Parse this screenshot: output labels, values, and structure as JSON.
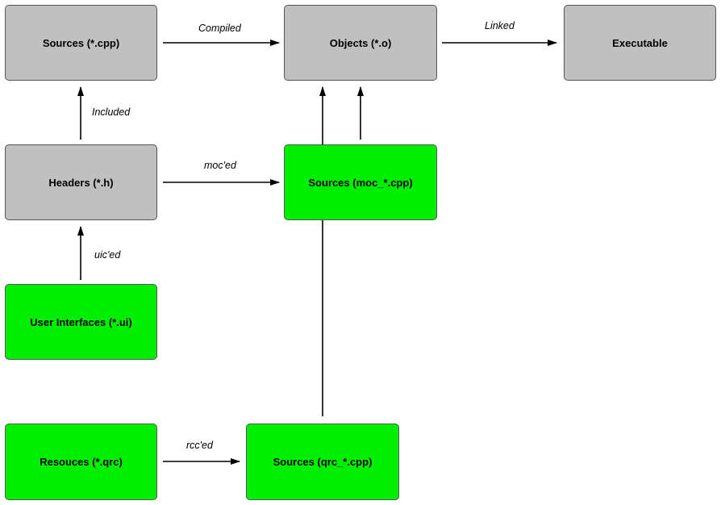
{
  "colors": {
    "generated_source": "#00ee00",
    "standard_node": "#c0c0c0",
    "arrow": "#000000"
  },
  "nodes": {
    "sources_cpp": "Sources (*.cpp)",
    "objects_o": "Objects (*.o)",
    "executable": "Executable",
    "headers_h": "Headers (*.h)",
    "sources_moc": "Sources (moc_*.cpp)",
    "user_interfaces": "User Interfaces (*.ui)",
    "resources_qrc": "Resouces (*.qrc)",
    "sources_qrc": "Sources (qrc_*.cpp)"
  },
  "edges": {
    "compiled": "Compiled",
    "linked": "Linked",
    "included": "Included",
    "mocced": "moc'ed",
    "uiced": "uic'ed",
    "rcced": "rcc'ed"
  }
}
